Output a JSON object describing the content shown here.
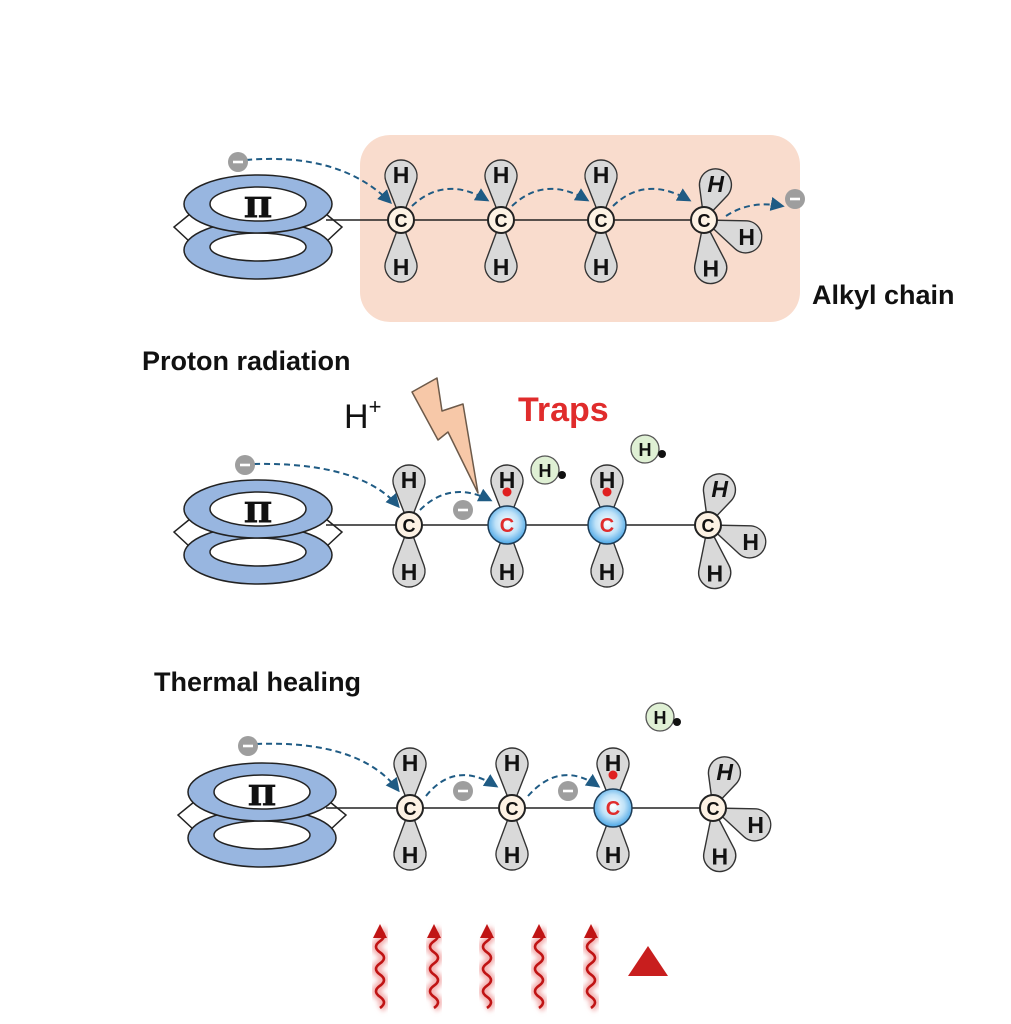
{
  "labels": {
    "alkyl_chain": "Alkyl chain",
    "proton_radiation": "Proton radiation",
    "traps": "Traps",
    "thermal_healing": "Thermal healing",
    "h_plus": "H",
    "plus": "+"
  },
  "symbols": {
    "pi": "π",
    "carbon": "C",
    "hydrogen": "H",
    "hydrogen_italic": "H",
    "electron": "−"
  },
  "colors": {
    "ring_blue": "#98b6e0",
    "ring_stroke": "#2b2b2b",
    "carbon_fill": "#fdf2e4",
    "trap_carbon_inner": "#ffffff",
    "trap_carbon_outer": "#4aa6e6",
    "trap_dot": "#e02020",
    "traps_text": "#e02c2c",
    "h_lobe": "#d9d9d9",
    "electron": "#9e9e9e",
    "arrow": "#1f5b84",
    "chain_box": "#f9dccd",
    "free_h": "#dff0d4",
    "bolt": "#f7c8a8",
    "heat_wave": "#c01414",
    "heat_glow": "#f3b0b0",
    "triangle": "#c81e1e"
  }
}
